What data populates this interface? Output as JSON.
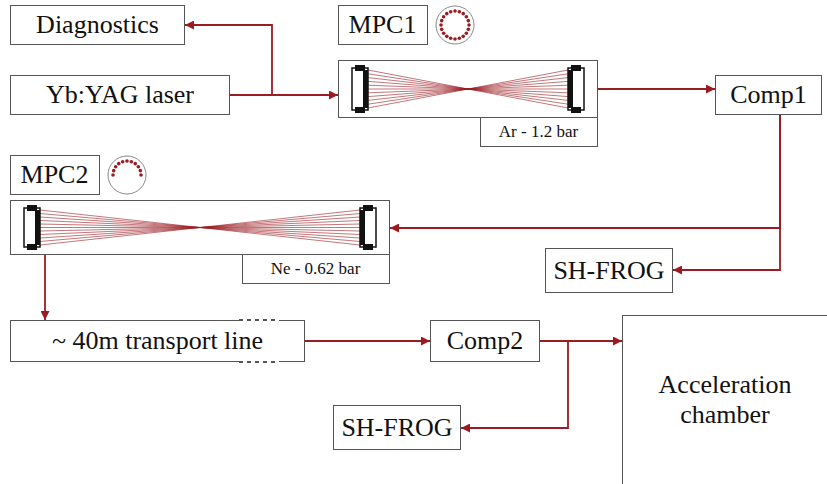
{
  "diagram": {
    "nodes": [
      {
        "text": [
          "Diagnostics"
        ]
      },
      {
        "text": [
          "Yb:YAG laser"
        ]
      },
      {
        "text": [
          "MPC1",
          "Ar - 1.2 bar"
        ]
      },
      {
        "text": [
          "Comp1"
        ]
      },
      {
        "text": [
          "MPC2",
          "Ne - 0.62 bar"
        ]
      },
      {
        "text": [
          "SH-FROG"
        ]
      },
      {
        "text": [
          "~ 40m transport line"
        ]
      },
      {
        "text": [
          "Comp2"
        ]
      },
      {
        "text": [
          "Acceleration chamber"
        ]
      },
      {
        "text": [
          "SH-FROG"
        ]
      }
    ],
    "edges": [
      {
        "from": 1,
        "to": 0,
        "arrow": "to"
      },
      {
        "from": 1,
        "to": 2,
        "arrow": "to"
      },
      {
        "from": 2,
        "to": 3,
        "arrow": "to"
      },
      {
        "from": 3,
        "to": 4,
        "arrow": "to"
      },
      {
        "from": 3,
        "to": 5,
        "arrow": "to"
      },
      {
        "from": 4,
        "to": 6,
        "arrow": "to"
      },
      {
        "from": 6,
        "to": 7,
        "arrow": "to"
      },
      {
        "from": 7,
        "to": 8,
        "arrow": "to"
      },
      {
        "from": 7,
        "to": 9,
        "arrow": "to"
      }
    ]
  }
}
